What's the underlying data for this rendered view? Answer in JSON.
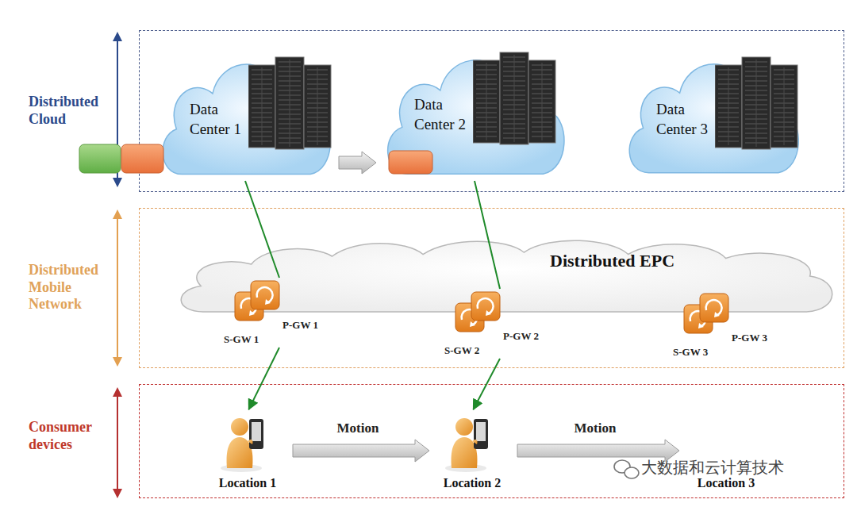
{
  "diagram": {
    "nodes": [
      {
        "text": [
          "Distributed Cloud"
        ]
      },
      {
        "text": [
          "Data Center 1"
        ],
        "in": 0
      },
      {
        "text": [
          "Data Center 2"
        ],
        "in": 0
      },
      {
        "text": [
          "Data Center 3"
        ],
        "in": 0
      },
      {
        "text": [
          "Distributed Mobile Network"
        ]
      },
      {
        "text": [
          "Distributed EPC"
        ],
        "in": 4
      },
      {
        "text": [
          "P-GW 1",
          "S-GW 1"
        ],
        "in": 4
      },
      {
        "text": [
          "P-GW 2",
          "S-GW 2"
        ],
        "in": 4
      },
      {
        "text": [
          "P-GW 3",
          "S-GW 3"
        ],
        "in": 4
      },
      {
        "text": [
          "Consumer devices"
        ]
      },
      {
        "text": [
          "Location 1"
        ],
        "in": 9
      },
      {
        "text": [
          "Location 2"
        ],
        "in": 9
      },
      {
        "text": [
          "Location 3"
        ],
        "in": 9
      }
    ],
    "edges": [
      {
        "from": 1,
        "to": 2,
        "arrow": "to"
      },
      {
        "from": 1,
        "to": 6,
        "arrow": "none"
      },
      {
        "from": 6,
        "to": 10,
        "arrow": "to"
      },
      {
        "from": 2,
        "to": 7,
        "arrow": "none"
      },
      {
        "from": 7,
        "to": 11,
        "arrow": "to"
      },
      {
        "from": 10,
        "to": 11,
        "label": "Motion",
        "arrow": "to"
      },
      {
        "from": 11,
        "to": 12,
        "label": "Motion",
        "arrow": "to"
      }
    ],
    "labels": [
      "大数据和云计算技术"
    ]
  }
}
